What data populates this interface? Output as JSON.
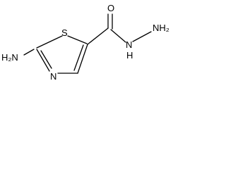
{
  "molecule": {
    "atoms": {
      "amine_n": "H₂N",
      "ring_s": "S",
      "ring_n": "N",
      "carbonyl_o": "O",
      "hydrazide_nh": "N",
      "hydrazide_h": "H",
      "hydrazide_nh2": "NH₂"
    },
    "colors": {
      "bond": "#000000",
      "label": "#000000",
      "background": "#ffffff"
    }
  }
}
